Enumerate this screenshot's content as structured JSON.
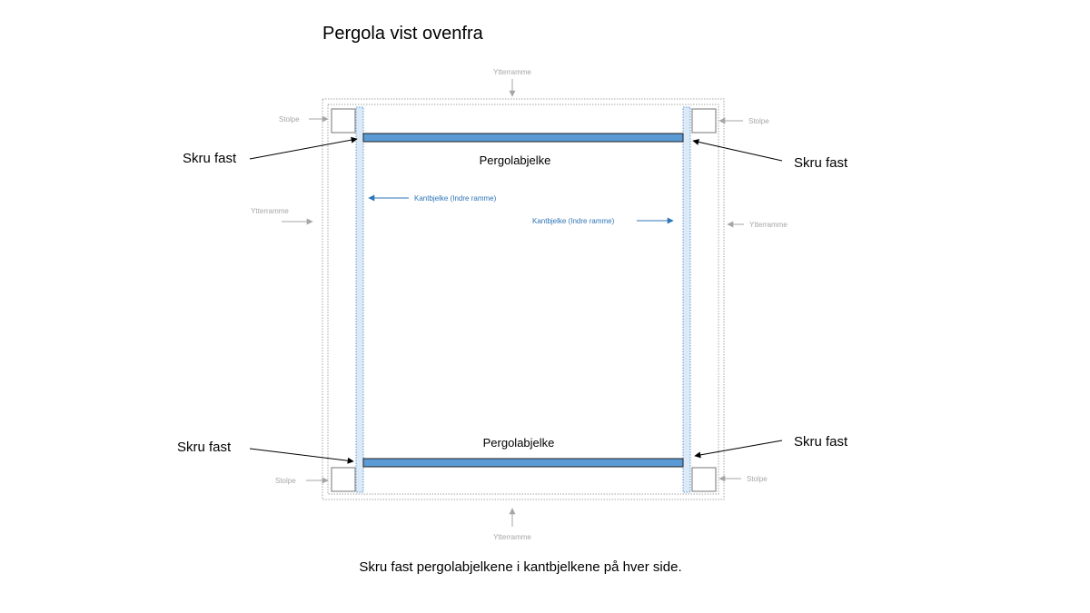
{
  "title": "Pergola vist ovenfra",
  "caption": "Skru fast pergolabjelkene i kantbjelkene på hver side.",
  "labels": {
    "outer_frame_top": "Ytterramme",
    "outer_frame_bottom": "Ytterramme",
    "outer_frame_left": "Ytterramme",
    "outer_frame_right": "Ytterramme",
    "post_top_left": "Stolpe",
    "post_top_right": "Stolpe",
    "post_bottom_left": "Stolpe",
    "post_bottom_right": "Stolpe",
    "edge_beam_left": "Kantbjelke (Indre ramme)",
    "edge_beam_right": "Kantbjelke (Indre ramme)",
    "pergola_beam_top": "Pergolabjelke",
    "pergola_beam_bottom": "Pergolabjelke",
    "screw_top_left": "Skru fast",
    "screw_top_right": "Skru fast",
    "screw_bottom_left": "Skru fast",
    "screw_bottom_right": "Skru fast"
  },
  "colors": {
    "frame_stroke": "#a6a6a6",
    "grey_label": "#a6a6a6",
    "edge_beam_fill": "#dce9f7",
    "edge_beam_stroke": "#5b9bd5",
    "edge_label": "#2e75b6",
    "pergola_beam_fill": "#5b9bd5",
    "black": "#000000"
  }
}
